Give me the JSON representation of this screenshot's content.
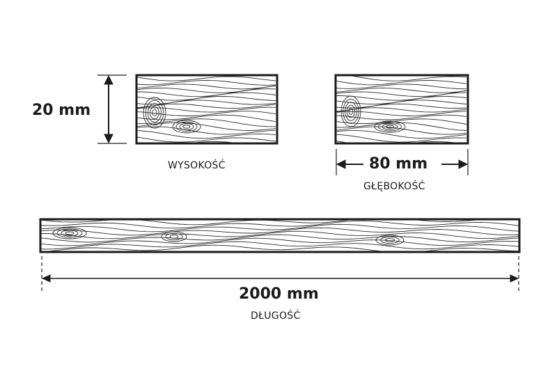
{
  "height": {
    "value": "20 mm",
    "label": "WYSOKOŚĆ"
  },
  "depth": {
    "value": "80 mm",
    "label": "GŁĘBOKOŚĆ"
  },
  "length": {
    "value": "2000 mm",
    "label": "DŁUGOŚĆ"
  },
  "colors": {
    "ink": "#1a1a1a",
    "board_fill": "#ffffff",
    "grain": "#2a2a2a"
  }
}
